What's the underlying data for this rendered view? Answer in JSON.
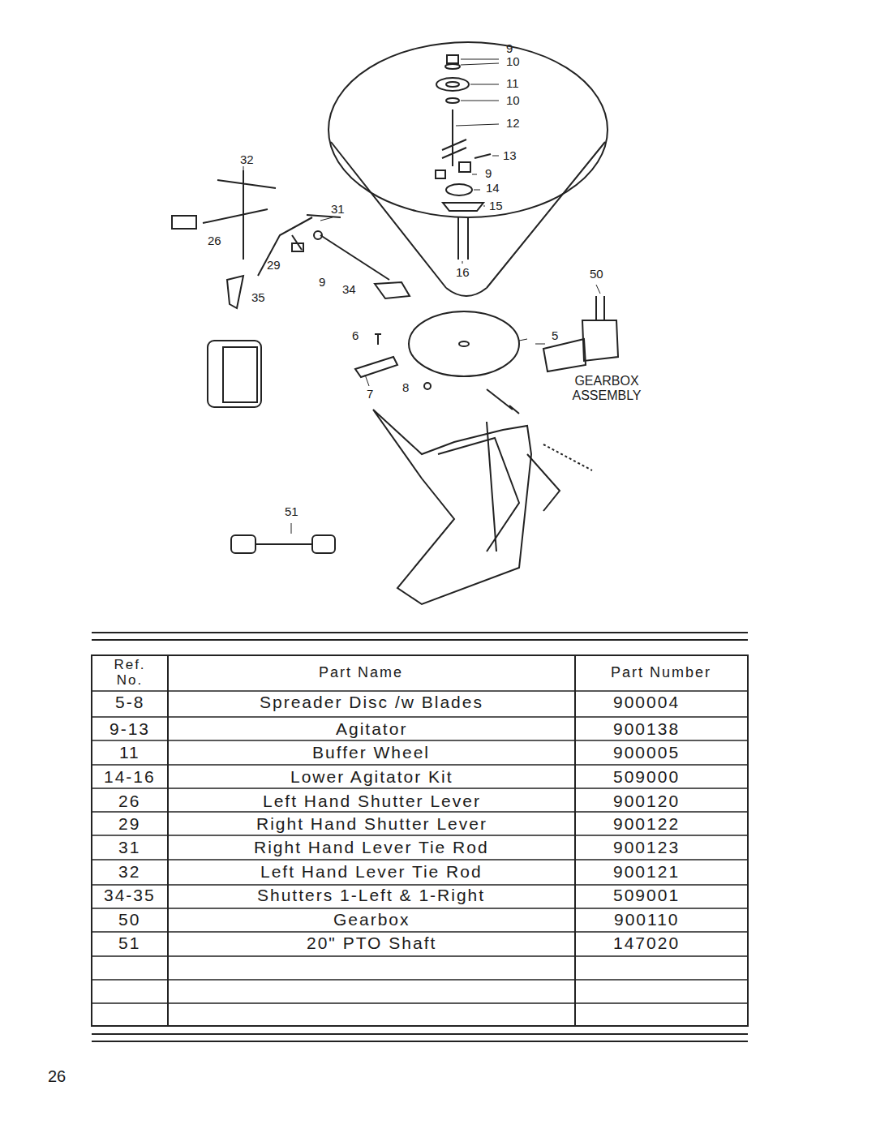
{
  "diagram": {
    "labels": [
      "9",
      "10",
      "11",
      "10",
      "12",
      "13",
      "9",
      "14",
      "15",
      "16",
      "32",
      "31",
      "26",
      "29",
      "9",
      "34",
      "35",
      "6",
      "5",
      "50",
      "7",
      "8",
      "51",
      "GEARBOX ASSEMBLY",
      "Ref. No.",
      "Part Name",
      "Part Number",
      "5-8",
      "Spreader Disc /w Blades",
      "900004",
      "9-13",
      "Agitator",
      "900138",
      "11",
      "Buffer Wheel",
      "900005",
      "14-16",
      "Lower Agitator Kit",
      "509000",
      "26",
      "Left Hand Shutter Lever",
      "900120",
      "29",
      "Right Hand Shutter Lever",
      "900122",
      "31",
      "Right Hand Lever Tie Rod",
      "900123",
      "32",
      "Left Hand Lever Tie Rod",
      "900121",
      "34-35",
      "Shutters 1-Left & 1-Right",
      "509001",
      "50",
      "Gearbox",
      "900110",
      "51",
      "20\" PTO Shaft",
      "147020",
      "26"
    ]
  }
}
